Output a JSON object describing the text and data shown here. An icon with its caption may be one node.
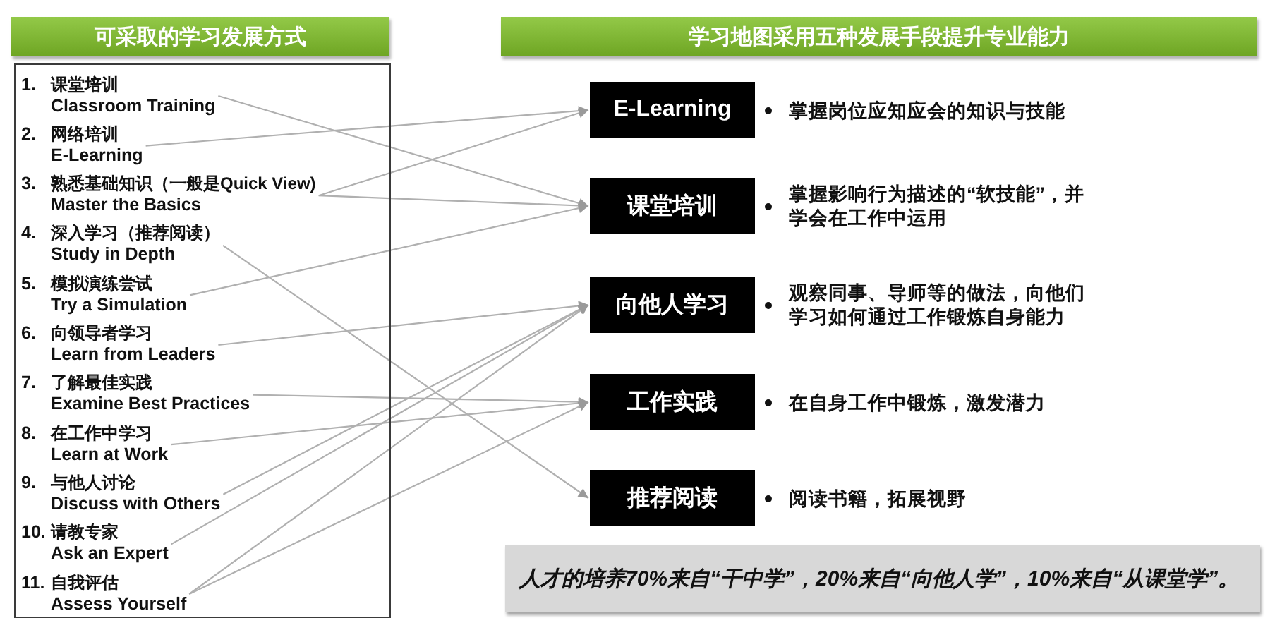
{
  "diagram": {
    "nodes": [
      {
        "text": [
          "可采取的学习发展方式"
        ]
      },
      {
        "text": [],
        "shape": "box"
      },
      {
        "text": [
          "1.",
          "课堂培训",
          "Classroom Training"
        ],
        "in": 1
      },
      {
        "text": [
          "2.",
          "网络培训",
          "E-Learning"
        ],
        "in": 1
      },
      {
        "text": [
          "3.",
          "熟悉基础知识（一般是Quick View)",
          "Master the Basics"
        ],
        "in": 1
      },
      {
        "text": [
          "4.",
          "深入学习（推荐阅读）",
          "Study in Depth"
        ],
        "in": 1
      },
      {
        "text": [
          "5.",
          "模拟演练尝试",
          "Try a Simulation"
        ],
        "in": 1
      },
      {
        "text": [
          "6.",
          "向领导者学习",
          "Learn from Leaders"
        ],
        "in": 1
      },
      {
        "text": [
          "7.",
          "了解最佳实践",
          "Examine Best Practices"
        ],
        "in": 1
      },
      {
        "text": [
          "8.",
          "在工作中学习",
          "Learn at Work"
        ],
        "in": 1
      },
      {
        "text": [
          "9.",
          "与他人讨论",
          "Discuss with Others"
        ],
        "in": 1
      },
      {
        "text": [
          "10.",
          "请教专家",
          "Ask an Expert"
        ],
        "in": 1
      },
      {
        "text": [
          "11.",
          "自我评估",
          "Assess Yourself"
        ],
        "in": 1
      },
      {
        "text": [
          "学习地图采用五种发展手段提升专业能力"
        ]
      },
      {
        "text": [
          "E-Learning"
        ],
        "beside": [
          "掌握岗位应知应会的知识与技能"
        ]
      },
      {
        "text": [
          "课堂培训"
        ],
        "beside": [
          "掌握影响行为描述的“软技能”，并学会在工作中运用"
        ]
      },
      {
        "text": [
          "向他人学习"
        ],
        "beside": [
          "观察同事、导师等的做法，向他们学习如何通过工作锻炼自身能力"
        ]
      },
      {
        "text": [
          "工作实践"
        ],
        "beside": [
          "在自身工作中锻炼，激发潜力"
        ]
      },
      {
        "text": [
          "推荐阅读"
        ],
        "beside": [
          "阅读书籍，拓展视野"
        ]
      },
      {
        "text": [
          "人才的培养70%来自“干中学”，20%来自“向他人学”，10%来自“从课堂学”。"
        ]
      }
    ],
    "edges": [
      {
        "from": 2,
        "to": 15,
        "arrow": "to"
      },
      {
        "from": 3,
        "to": 14,
        "arrow": "to"
      },
      {
        "from": 4,
        "to": 14,
        "arrow": "to"
      },
      {
        "from": 4,
        "to": 15,
        "arrow": "to"
      },
      {
        "from": 5,
        "to": 18,
        "arrow": "to"
      },
      {
        "from": 6,
        "to": 15,
        "arrow": "to"
      },
      {
        "from": 7,
        "to": 16,
        "arrow": "to"
      },
      {
        "from": 8,
        "to": 17,
        "arrow": "to"
      },
      {
        "from": 9,
        "to": 17,
        "arrow": "to"
      },
      {
        "from": 10,
        "to": 16,
        "arrow": "to"
      },
      {
        "from": 11,
        "to": 16,
        "arrow": "to"
      },
      {
        "from": 12,
        "to": 16,
        "arrow": "to"
      },
      {
        "from": 12,
        "to": 17,
        "arrow": "to"
      }
    ]
  }
}
